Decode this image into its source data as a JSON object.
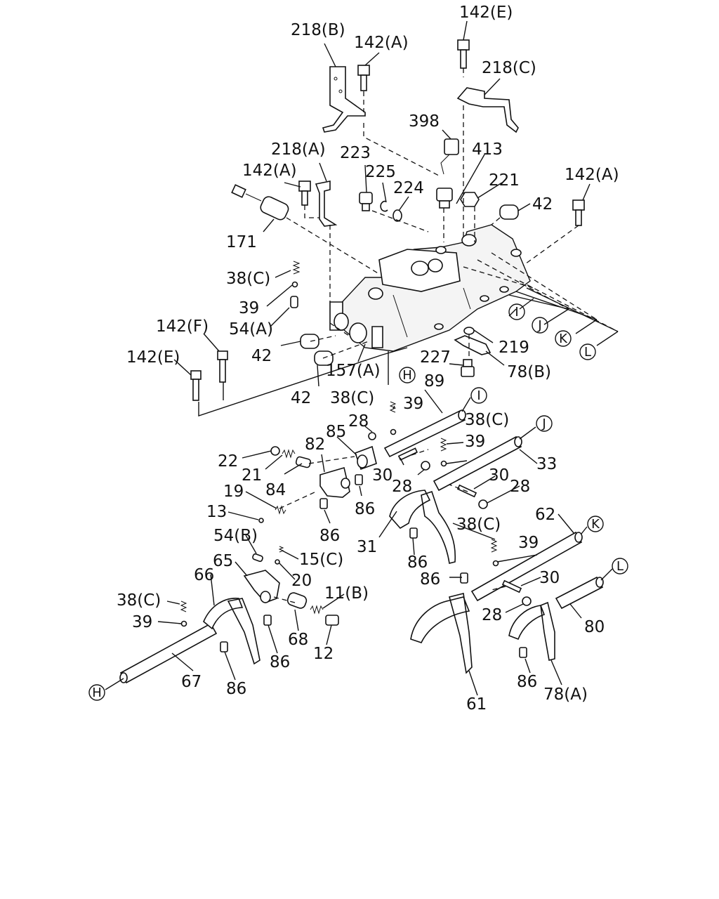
{
  "labels": {
    "p142E_top": "142(E)",
    "p218B": "218(B)",
    "p142A_top": "142(A)",
    "p218C": "218(C)",
    "p398": "398",
    "p413": "413",
    "p218A": "218(A)",
    "p223": "223",
    "p225": "225",
    "p224": "224",
    "p221": "221",
    "p142A_left": "142(A)",
    "p142A_right": "142(A)",
    "p42_right": "42",
    "p171": "171",
    "p38C_a": "38(C)",
    "p39_a": "39",
    "p54A": "54(A)",
    "p142F": "142(F)",
    "p142E_left": "142(E)",
    "p42_mid": "42",
    "p42_low": "42",
    "p157A": "157(A)",
    "p219": "219",
    "p227": "227",
    "p78B": "78(B)",
    "p89": "89",
    "p38C_b": "38(C)",
    "p39_b": "39",
    "p28_a": "28",
    "p85": "85",
    "p82": "82",
    "p22": "22",
    "p21": "21",
    "p84": "84",
    "p30_a": "30",
    "p28_b": "28",
    "p38C_c": "38(C)",
    "p39_c": "39",
    "p33": "33",
    "p19": "19",
    "p13": "13",
    "p86_a": "86",
    "p86_b": "86",
    "p30_b": "30",
    "p28_c": "28",
    "p31": "31",
    "p38C_d": "38(C)",
    "p62": "62",
    "p54B": "54(B)",
    "p15C": "15(C)",
    "p65": "65",
    "p66": "66",
    "p20": "20",
    "p86_c": "86",
    "p39_d": "39",
    "p86_d": "86",
    "p30_c": "30",
    "p38C_e": "38(C)",
    "p11B": "11(B)",
    "p39_e": "39",
    "p68": "68",
    "p12": "12",
    "p28_d": "28",
    "p80": "80",
    "p86_e": "86",
    "p86_f": "86",
    "p86_g": "86",
    "p67": "67",
    "p61": "61",
    "p78A": "78(A)"
  },
  "markers": {
    "I": "I",
    "J": "J",
    "K": "K",
    "L": "L",
    "H": "H"
  }
}
